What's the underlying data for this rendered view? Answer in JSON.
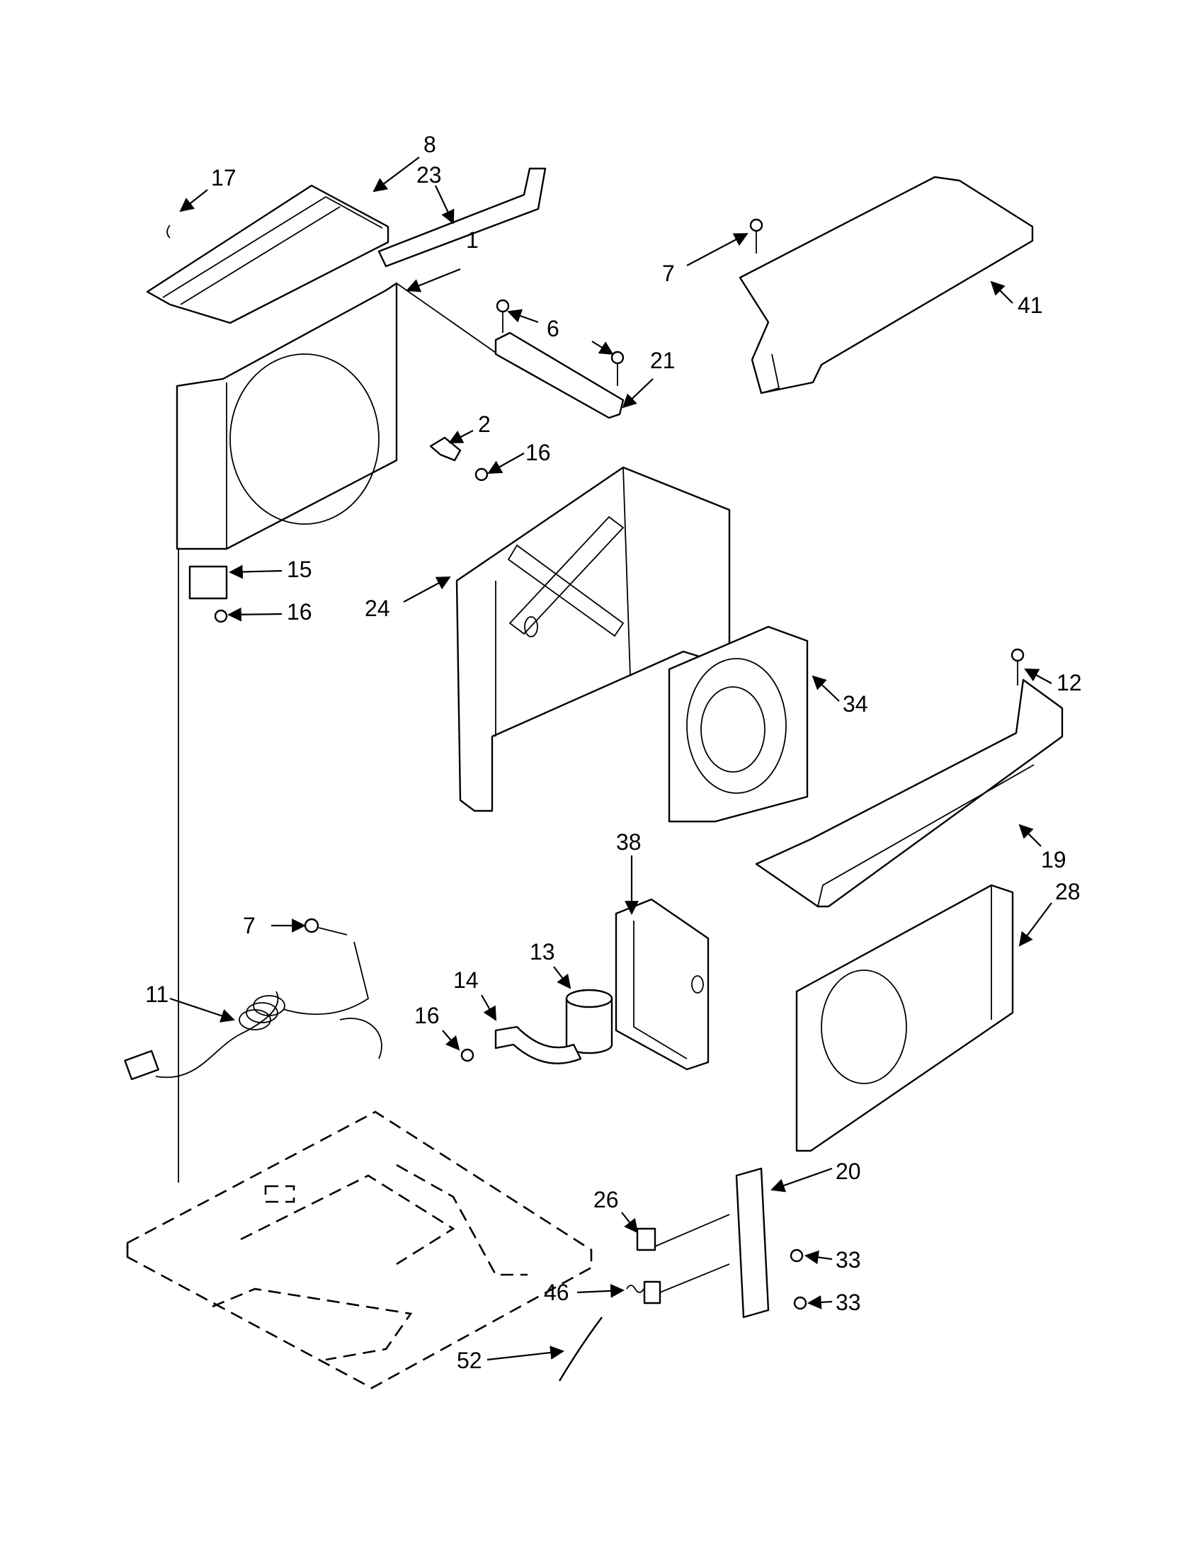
{
  "callouts": [
    {
      "id": "p8",
      "label": "8"
    },
    {
      "id": "p17",
      "label": "17"
    },
    {
      "id": "p23",
      "label": "23"
    },
    {
      "id": "p1",
      "label": "1"
    },
    {
      "id": "p6",
      "label": "6"
    },
    {
      "id": "p21",
      "label": "21"
    },
    {
      "id": "p7a",
      "label": "7"
    },
    {
      "id": "p41",
      "label": "41"
    },
    {
      "id": "p2",
      "label": "2"
    },
    {
      "id": "p16a",
      "label": "16"
    },
    {
      "id": "p15",
      "label": "15"
    },
    {
      "id": "p16b",
      "label": "16"
    },
    {
      "id": "p24",
      "label": "24"
    },
    {
      "id": "p34",
      "label": "34"
    },
    {
      "id": "p12",
      "label": "12"
    },
    {
      "id": "p19",
      "label": "19"
    },
    {
      "id": "p38",
      "label": "38"
    },
    {
      "id": "p28",
      "label": "28"
    },
    {
      "id": "p7b",
      "label": "7"
    },
    {
      "id": "p13",
      "label": "13"
    },
    {
      "id": "p14",
      "label": "14"
    },
    {
      "id": "p16c",
      "label": "16"
    },
    {
      "id": "p11",
      "label": "11"
    },
    {
      "id": "p20",
      "label": "20"
    },
    {
      "id": "p26",
      "label": "26"
    },
    {
      "id": "p33a",
      "label": "33"
    },
    {
      "id": "p33b",
      "label": "33"
    },
    {
      "id": "p46",
      "label": "46"
    },
    {
      "id": "p52",
      "label": "52"
    }
  ]
}
